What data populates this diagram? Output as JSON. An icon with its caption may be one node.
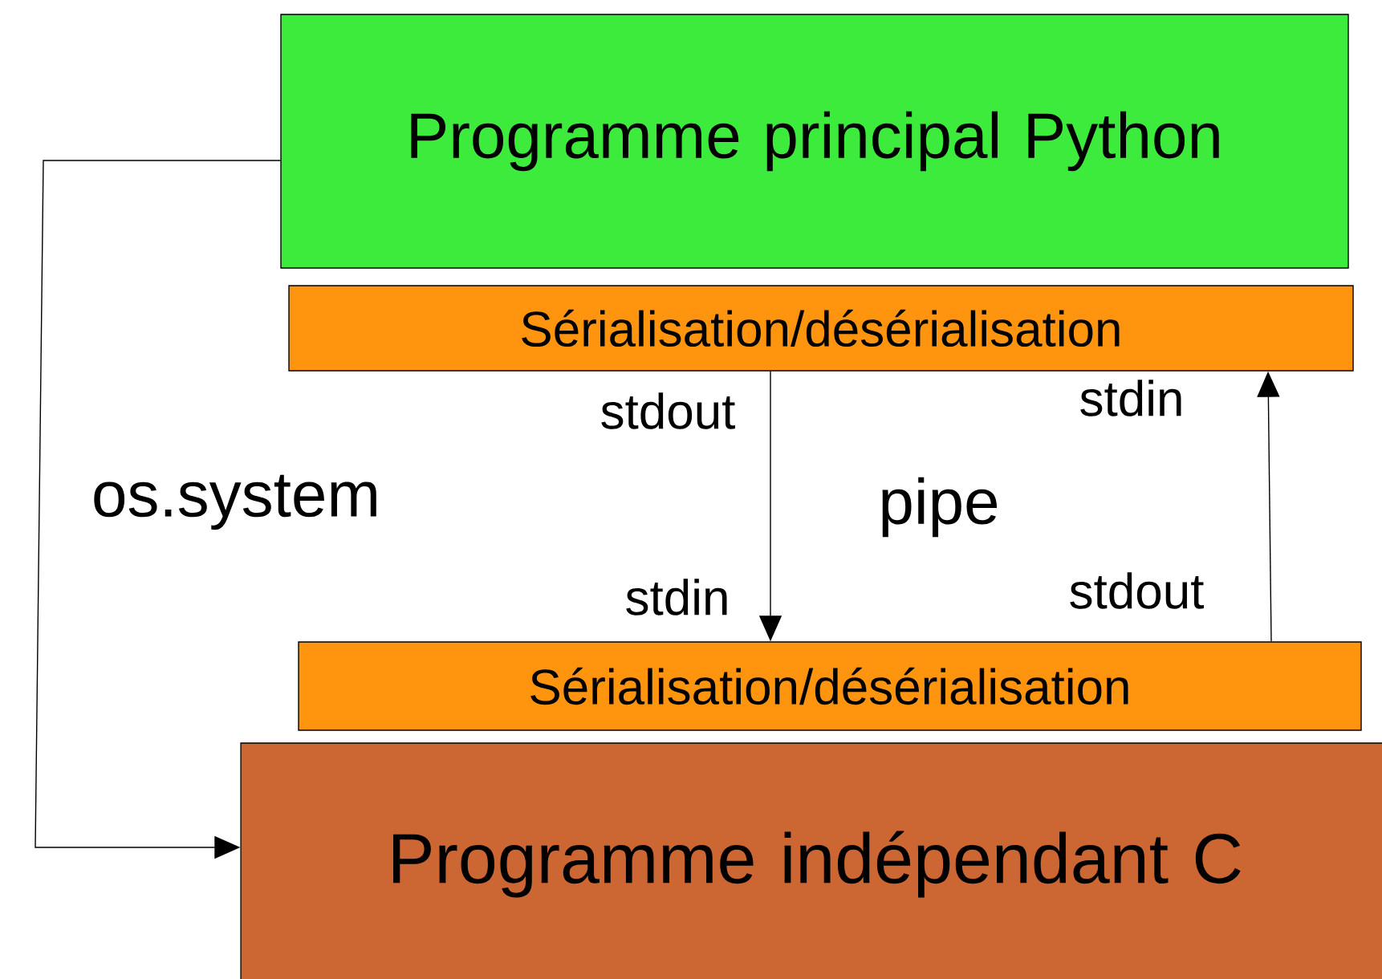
{
  "diagram": {
    "nodes": [
      {
        "text": [
          "Programme principal Python"
        ]
      },
      {
        "text": [
          "Sérialisation/désérialisation"
        ]
      },
      {
        "text": [
          "Sérialisation/désérialisation"
        ]
      },
      {
        "text": [
          "Programme indépendant C"
        ]
      }
    ],
    "edges": [
      {
        "from": 0,
        "to": 3,
        "arrow": "to",
        "label": "os.system"
      },
      {
        "from": 1,
        "to": 2,
        "arrow": "to"
      },
      {
        "from": 2,
        "to": 1,
        "arrow": "to"
      }
    ],
    "labels": [
      "stdout",
      "stdin",
      "pipe",
      "stdin",
      "stdout"
    ]
  }
}
